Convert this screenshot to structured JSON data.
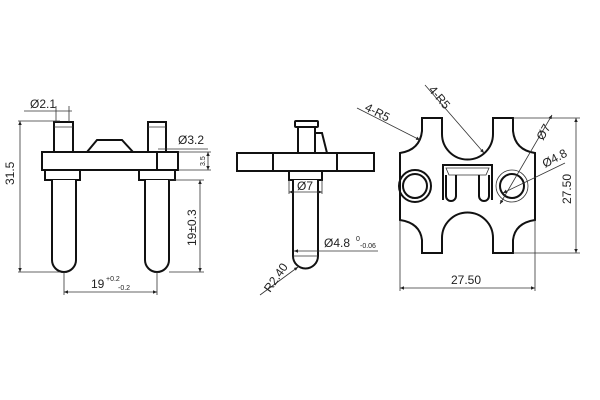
{
  "front_view": {
    "dim_height": "31.5",
    "dim_pin_small_dia": "Ø2.1",
    "dim_pin_large_dia": "Ø3.2",
    "dim_bar_thickness": "3.5",
    "dim_pin_length": "19±0.3",
    "dim_pin_spacing": "19",
    "dim_pin_spacing_tol_upper": "+0.2",
    "dim_pin_spacing_tol_lower": "-0.2"
  },
  "side_view": {
    "dim_collar_dia": "Ø7",
    "dim_pin_dia": "Ø4.8",
    "dim_pin_dia_tol_upper": "0",
    "dim_pin_dia_tol_lower": "-0.06",
    "dim_tip_radius": "R2.40"
  },
  "top_view": {
    "dim_corner_radius": "4-R5",
    "dim_notch_radius": "4-R5",
    "dim_boss_dia": "Ø7",
    "dim_hole_dia": "Ø4.8",
    "dim_width": "27.50",
    "dim_depth": "27.50"
  }
}
